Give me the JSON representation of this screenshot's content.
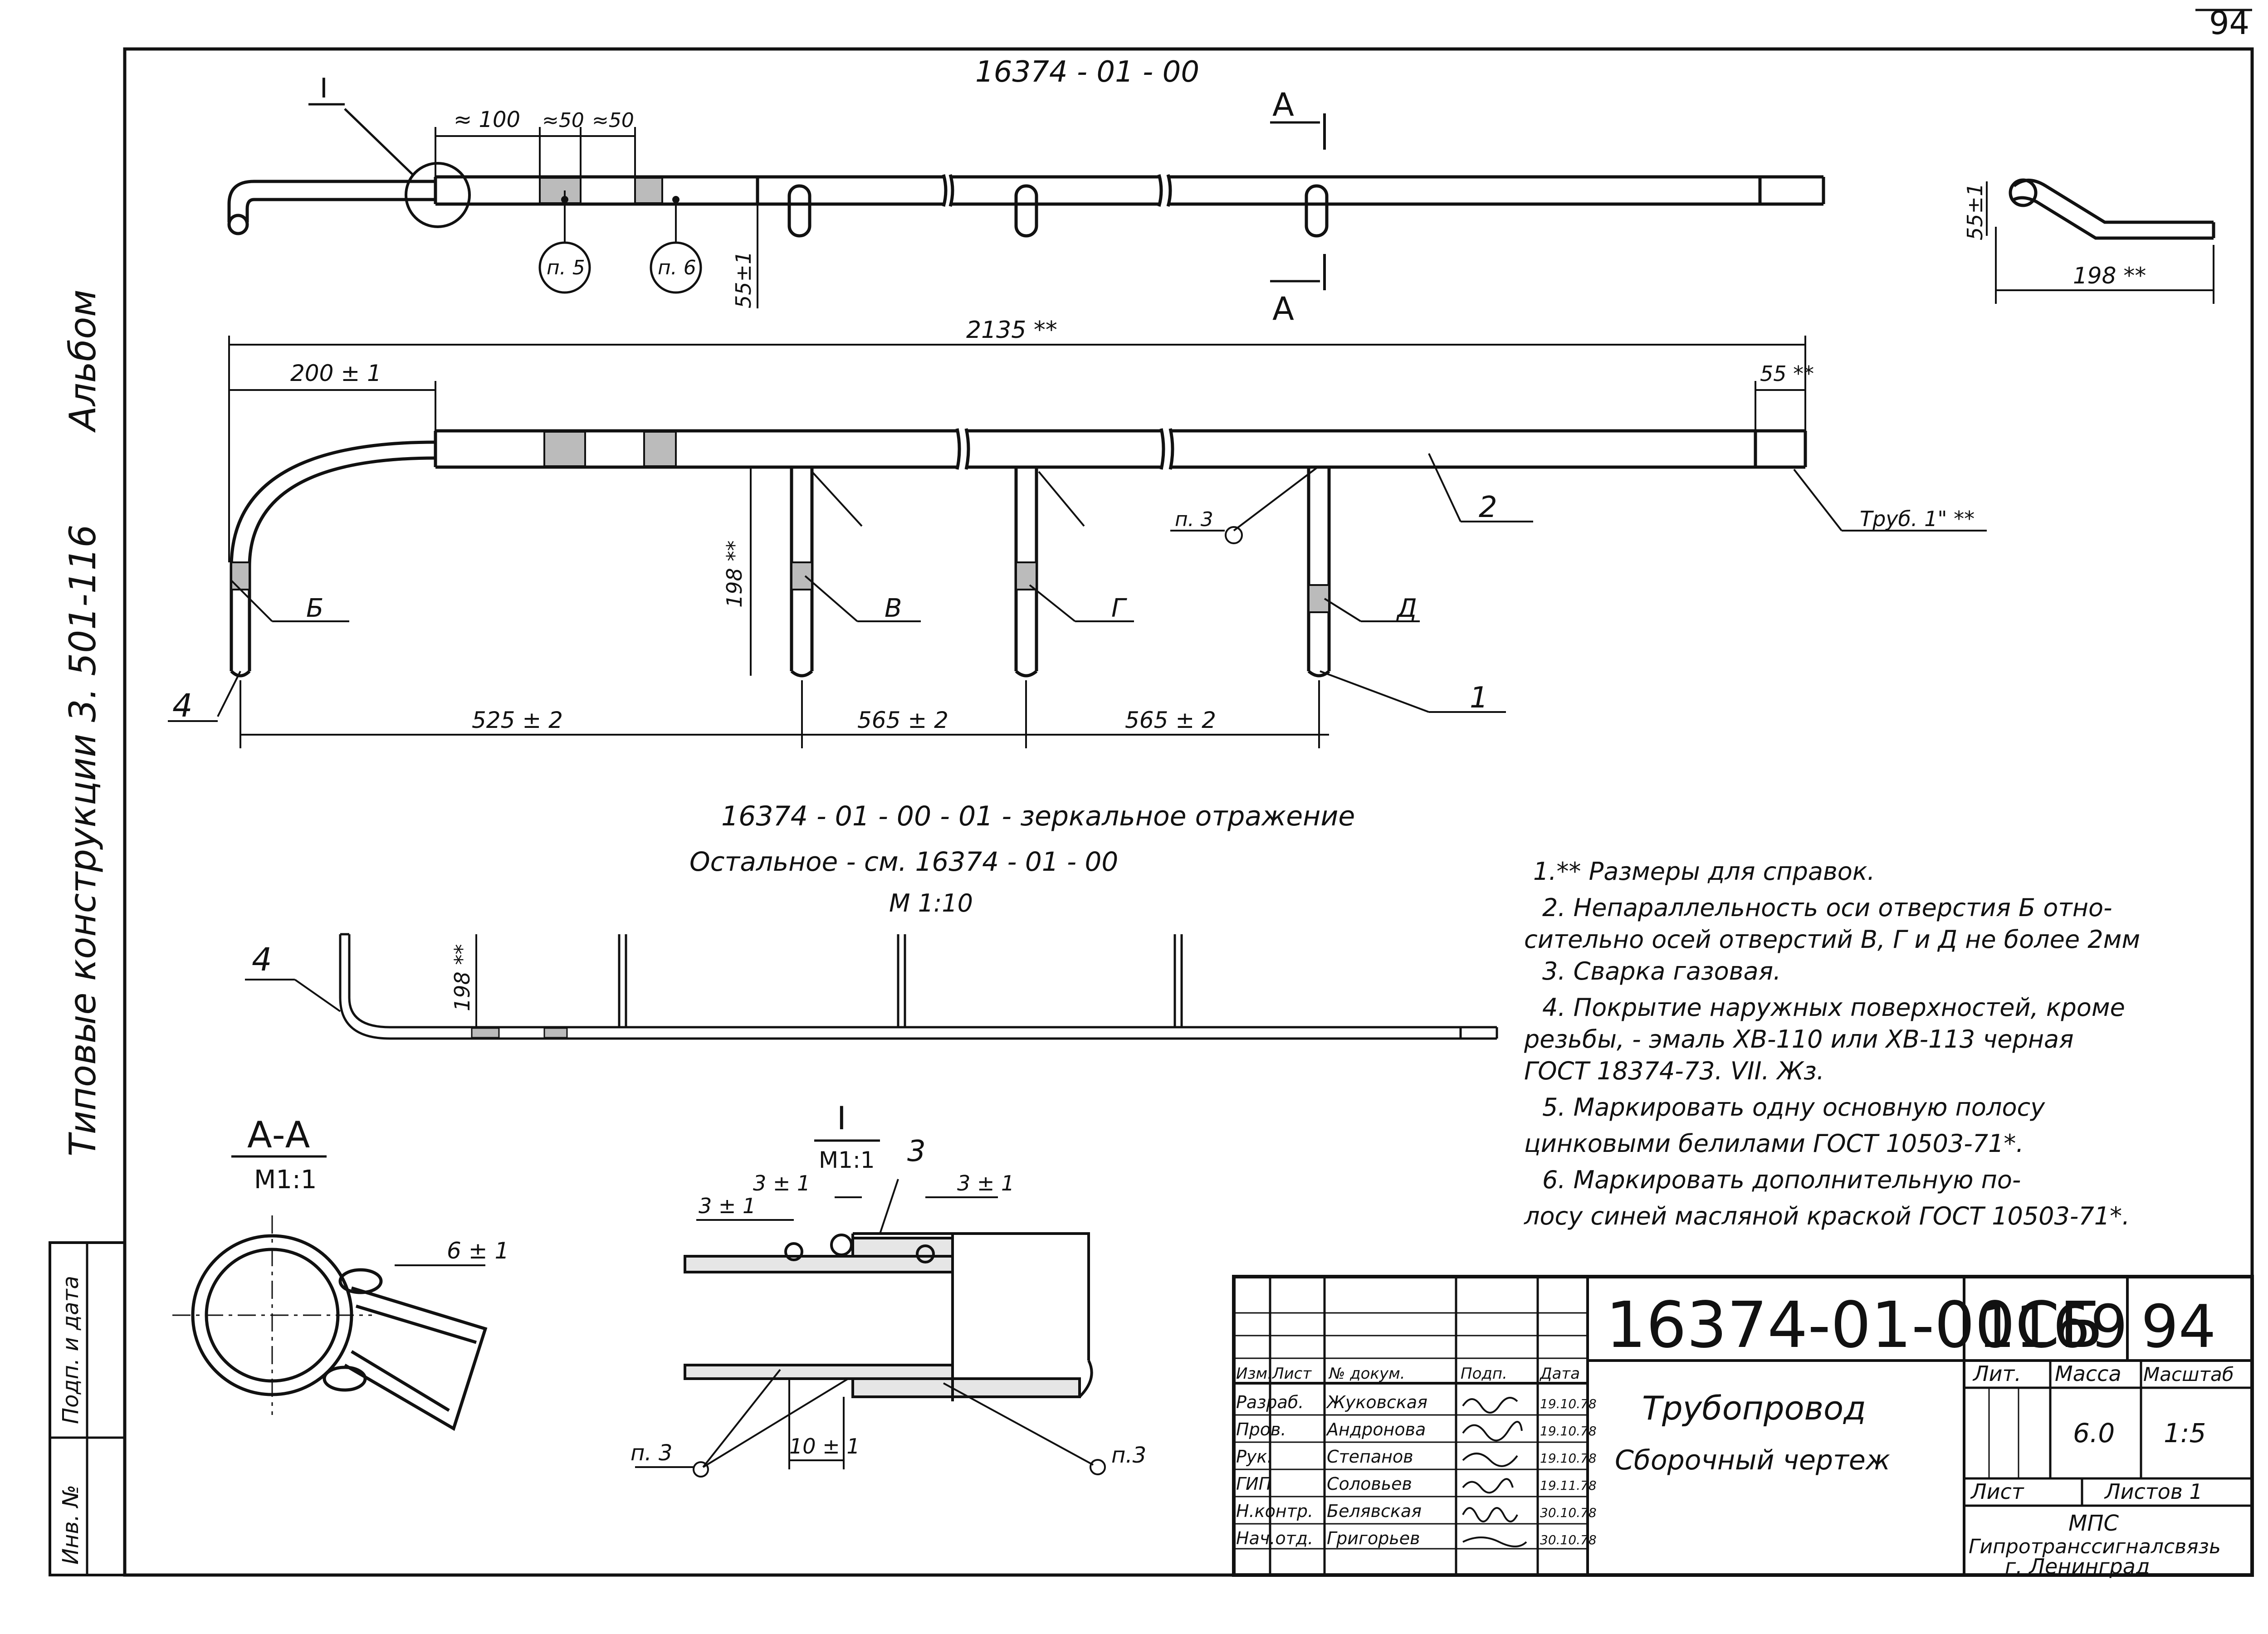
{
  "sheet": {
    "corner_number": "94",
    "side_album": "Альбом",
    "side_series": "Типовые конструкции 3. 501-116",
    "margin_label_sign": "Подп. и дата",
    "margin_label_inv": "Инв. №"
  },
  "main_view": {
    "title": "16374 - 01 - 00",
    "detail_mark": "I",
    "dim_100": "≈ 100",
    "dim_50a": "≈50",
    "dim_50b": "≈50",
    "callout_p5": "п. 5",
    "callout_p6": "п. 6",
    "section_A_top": "А",
    "section_A_bottom": "А",
    "dim_55_side": "55±1",
    "end_view_dim_55": "55±1",
    "end_view_dim_198": "198 **"
  },
  "plan_view": {
    "dim_overall": "2135 **",
    "dim_200": "200 ± 1",
    "dim_55": "55 **",
    "dim_198": "198 **",
    "pipe_label": "Труб. 1\" **",
    "label_p3": "п. 3",
    "pos_2": "2",
    "pos_1": "1",
    "pos_4": "4",
    "weld_B": "Б",
    "weld_V": "В",
    "weld_G": "Г",
    "weld_D": "Д",
    "dim_525": "525 ± 2",
    "dim_565a": "565 ± 2",
    "dim_565b": "565 ± 2"
  },
  "mirror_view": {
    "title": "16374 - 01 - 00 - 01 - зеркальное отражение",
    "subtitle": "Остальное - см. 16374 - 01 - 00",
    "scale": "М 1:10",
    "pos_4": "4",
    "dim_198": "198 **"
  },
  "section_AA": {
    "title": "А-А",
    "scale": "М1:1",
    "dim_6": "6 ± 1"
  },
  "detail_I": {
    "title": "I",
    "scale": "М1:1",
    "pos_3": "3",
    "dim_3a": "3 ± 1",
    "dim_3b": "3 ± 1",
    "dim_3c": "3 ± 1",
    "dim_10": "10 ± 1",
    "label_p3_left": "п. 3",
    "label_p3_right": "п.3"
  },
  "notes": [
    "1.** Размеры для справок.",
    "2. Непараллельность оси отверстия Б отно-",
    "сительно осей отверстий В, Г и Д не более 2мм",
    "3. Сварка газовая.",
    "4. Покрытие наружных поверхностей, кроме",
    "резьбы, - эмаль ХВ-110 или ХВ-113 черная",
    "ГОСТ 18374-73. VII. Жз.",
    "5. Маркировать одну основную полосу",
    "цинковыми белилами ГОСТ 10503-71*.",
    "6. Маркировать дополнительную по-",
    "лосу синей масляной краской ГОСТ 10503-71*."
  ],
  "title_block": {
    "doc_number": "16374-01-00СБ",
    "sheet_code": "1169",
    "page": "94",
    "name": "Трубопровод",
    "doc_type": "Сборочный чертеж",
    "col_lit": "Лит.",
    "col_mass": "Масса",
    "col_scale": "Масштаб",
    "mass": "6.0",
    "scale": "1:5",
    "sheet_label": "Лист",
    "sheets_label": "Листов 1",
    "org_1": "МПС",
    "org_2": "Гипротранссигналсвязь",
    "org_3": "г. Ленинград",
    "headers": [
      "Изм.",
      "Лист",
      "№ докум.",
      "Подп.",
      "Дата"
    ],
    "rows": [
      {
        "role": "Разраб.",
        "name": "Жуковская",
        "date": "19.10.78"
      },
      {
        "role": "Пров.",
        "name": "Андронова",
        "date": "19.10.78"
      },
      {
        "role": "Рук.",
        "name": "Степанов",
        "date": "19.10.78"
      },
      {
        "role": "ГИП",
        "name": "Соловьев",
        "date": "19.11.78"
      },
      {
        "role": "Н.контр.",
        "name": "Белявская",
        "date": "30.10.78"
      },
      {
        "role": "Нач.отд.",
        "name": "Григорьев",
        "date": "30.10.78"
      }
    ]
  }
}
